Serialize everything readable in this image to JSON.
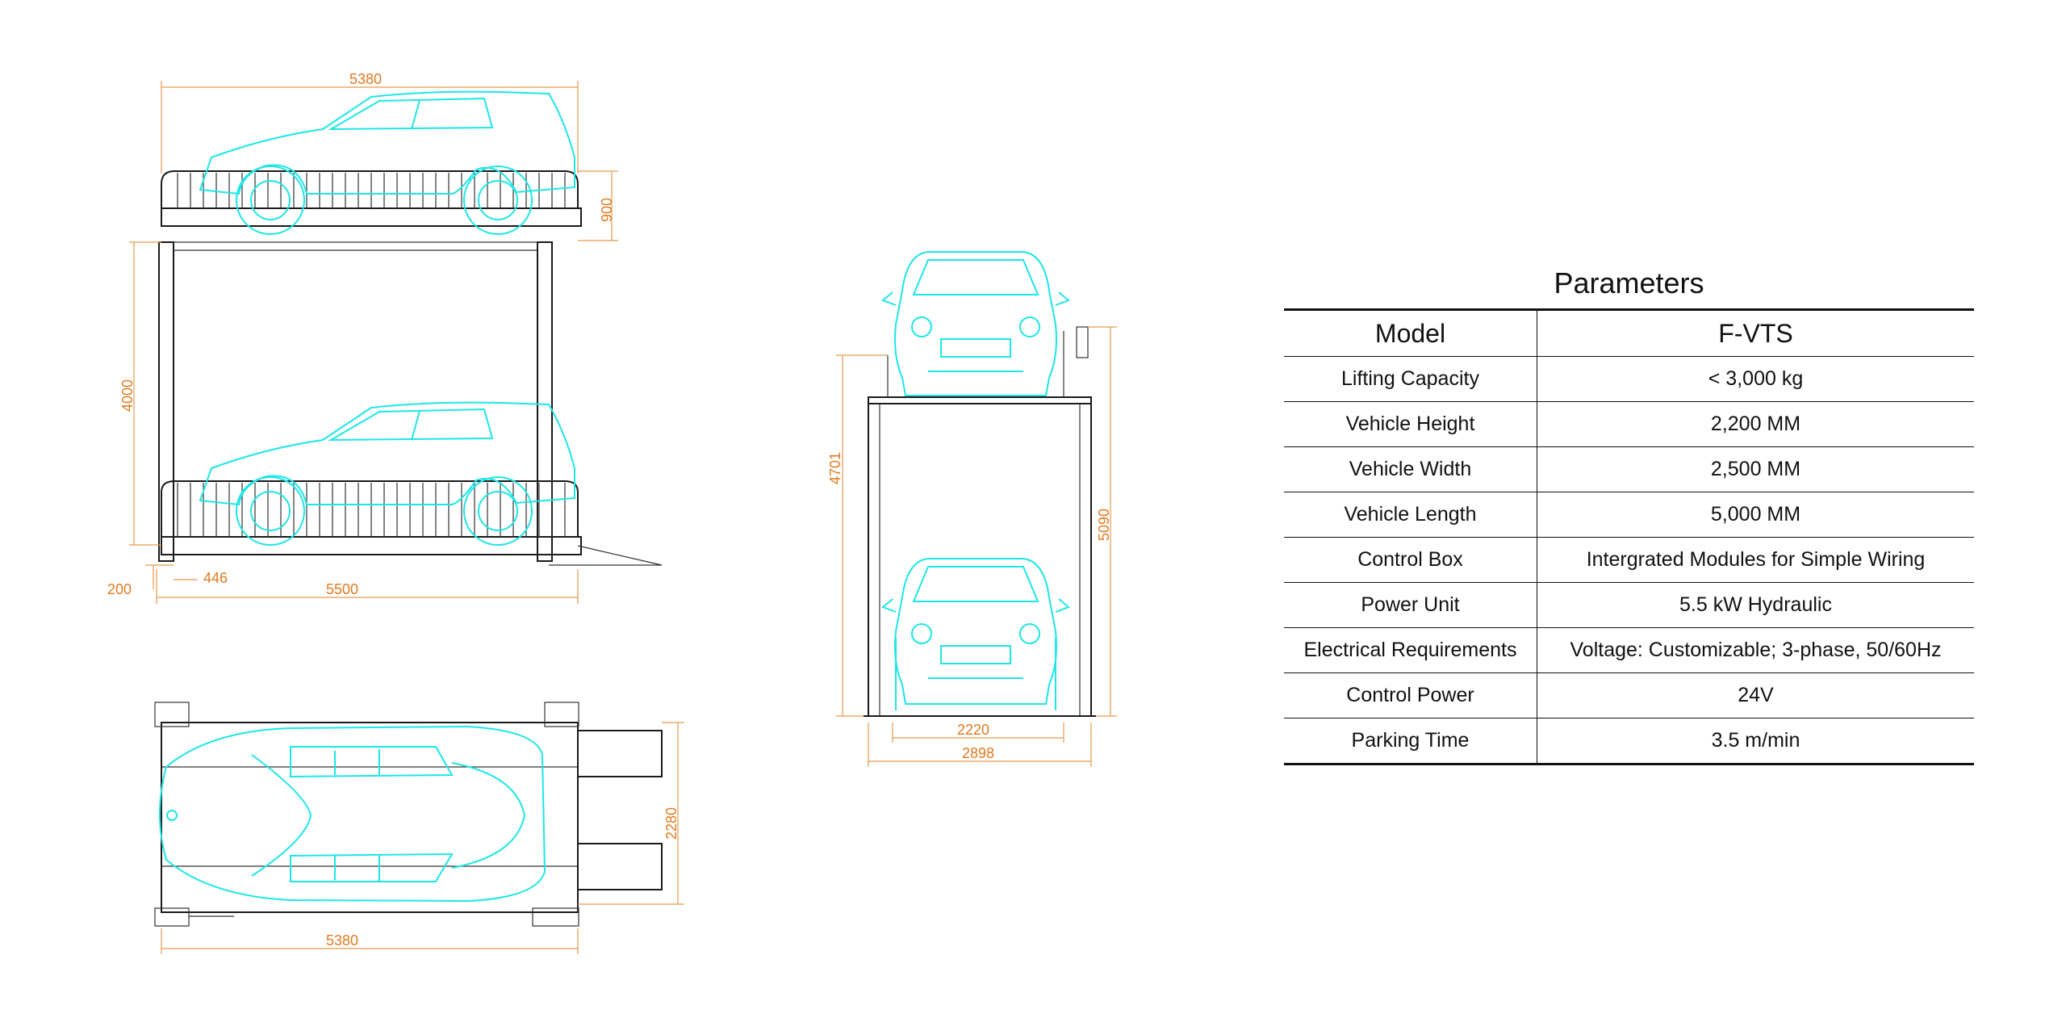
{
  "drawing": {
    "side_view": {
      "dim_top_length": "5380",
      "dim_upper_clearance": "900",
      "dim_lower_height": "4000",
      "dim_base_offset": "200",
      "dim_post_offset": "446",
      "dim_overall_length": "5500"
    },
    "front_view": {
      "dim_height_left": "4701",
      "dim_height_right": "5090",
      "dim_inner_width": "2220",
      "dim_outer_width": "2898"
    },
    "plan_view": {
      "dim_width": "2280",
      "dim_length": "5380"
    },
    "colors": {
      "vehicle_lines": "#1ee6e6",
      "dimension_lines": "#e07a1f",
      "structure_lines": "#1a1a1a"
    }
  },
  "parameters": {
    "title": "Parameters",
    "header": {
      "key": "Model",
      "value": "F-VTS"
    },
    "rows": [
      {
        "key": "Lifting Capacity",
        "value": "<  3,000 kg"
      },
      {
        "key": "Vehicle Height",
        "value": "2,200 MM"
      },
      {
        "key": "Vehicle Width",
        "value": "2,500 MM"
      },
      {
        "key": "Vehicle Length",
        "value": "5,000 MM"
      },
      {
        "key": "Control Box",
        "value": "Intergrated Modules for Simple Wiring"
      },
      {
        "key": "Power Unit",
        "value": "5.5 kW Hydraulic"
      },
      {
        "key": "Electrical Requirements",
        "value": "Voltage: Customizable; 3-phase, 50/60Hz"
      },
      {
        "key": "Control Power",
        "value": "24V"
      },
      {
        "key": "Parking Time",
        "value": "3.5 m/min"
      }
    ]
  }
}
